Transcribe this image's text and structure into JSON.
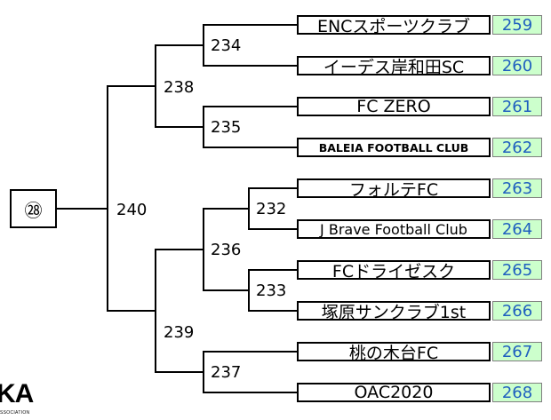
{
  "seed": "㉘",
  "teams": [
    {
      "name": "ENCスポーツクラブ",
      "num": "259"
    },
    {
      "name": "イーデス岸和田SC",
      "num": "260"
    },
    {
      "name": "FC ZERO",
      "num": "261"
    },
    {
      "name": "BALEIA FOOTBALL CLUB",
      "num": "262"
    },
    {
      "name": "フォルテFC",
      "num": "263"
    },
    {
      "name": "J Brave Football Club",
      "num": "264"
    },
    {
      "name": "FCドライゼスク",
      "num": "265"
    },
    {
      "name": "塚原サンクラブ1st",
      "num": "266"
    },
    {
      "name": "桃の木台FC",
      "num": "267"
    },
    {
      "name": "OAC2020",
      "num": "268"
    }
  ],
  "matches": {
    "m232": "232",
    "m233": "233",
    "m234": "234",
    "m235": "235",
    "m236": "236",
    "m237": "237",
    "m238": "238",
    "m239": "239",
    "m240": "240"
  },
  "logo": {
    "text": "KA",
    "subtext": "SSOCIATION"
  }
}
